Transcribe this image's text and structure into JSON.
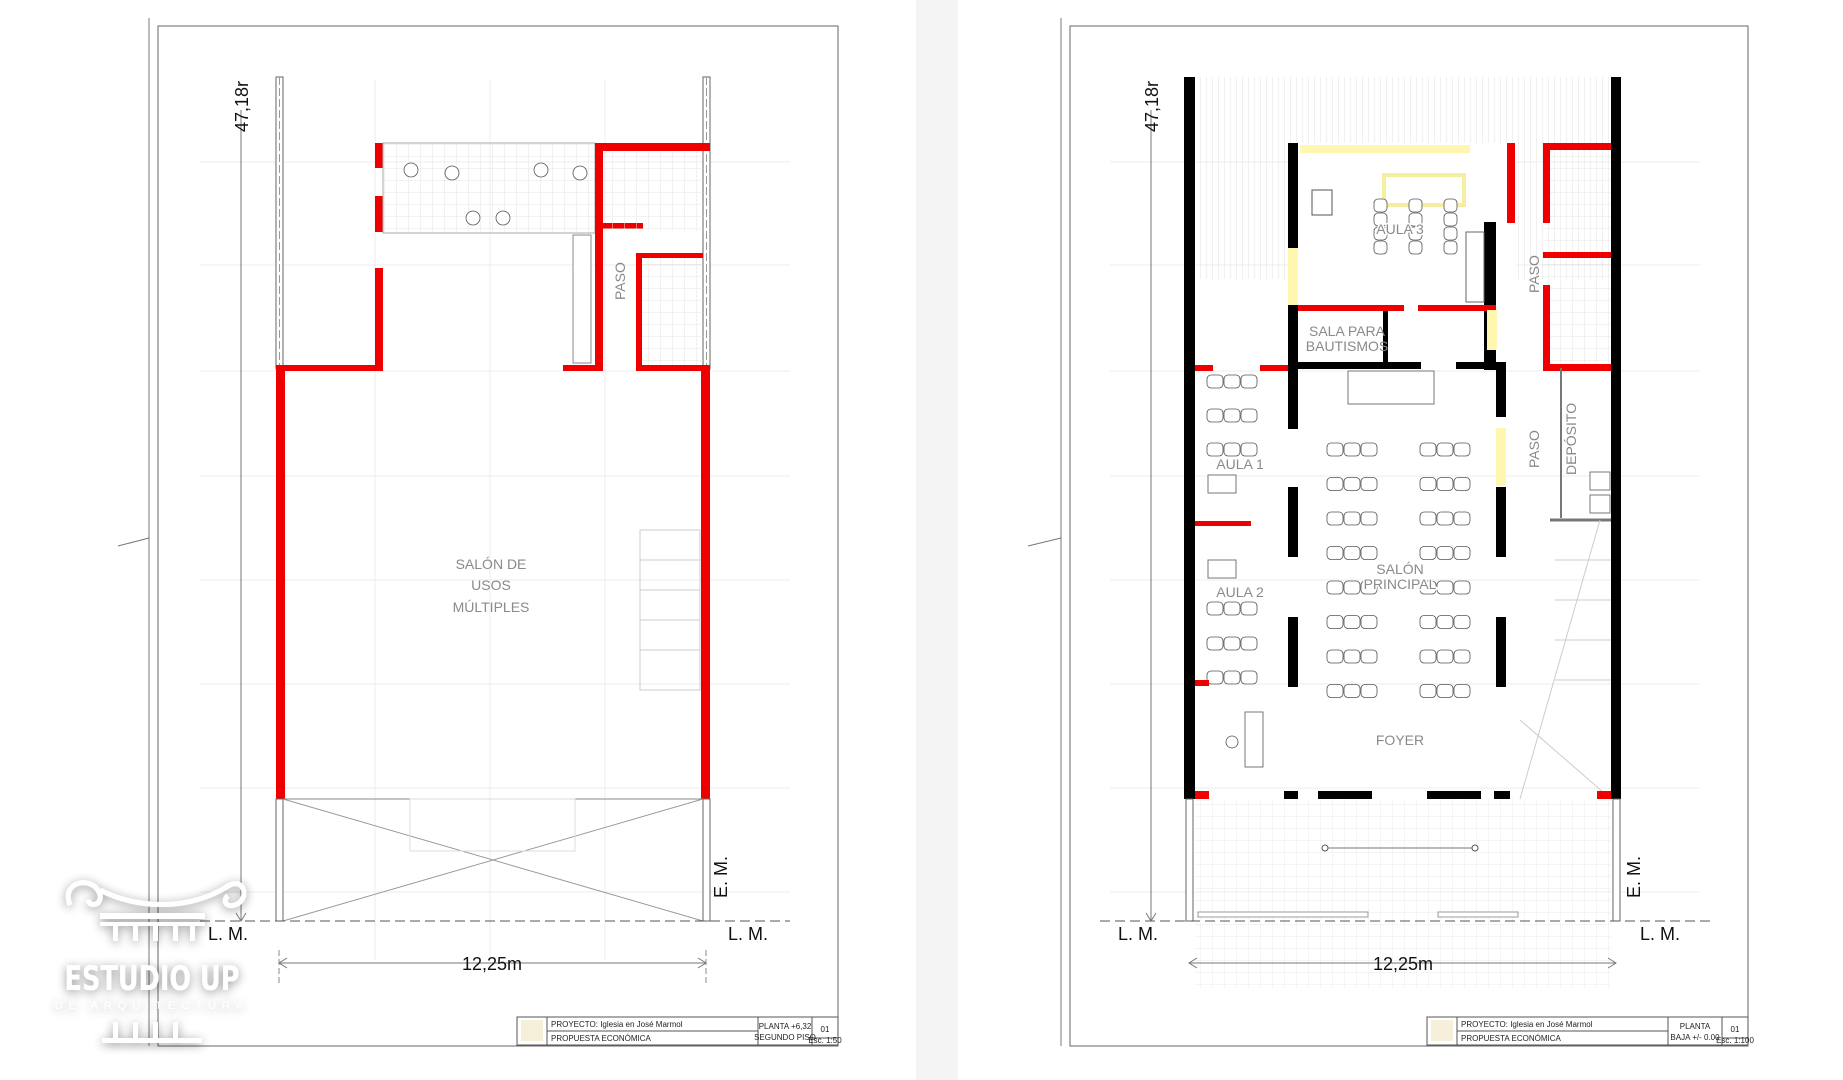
{
  "sheets": [
    {
      "plan_labels": {
        "main_room": [
          "SALÓN DE",
          "USOS",
          "MÚLTIPLES"
        ],
        "passage": "PASO"
      },
      "dimensions": {
        "width": "12,25m",
        "depth": "47,18r"
      },
      "markers": {
        "lm_left": "L. M.",
        "lm_right": "L. M.",
        "em": "E. M."
      },
      "title_block": {
        "project": "PROYECTO: Iglesia en José Marmol",
        "proposal": "PROPUESTA ECONÓMICA",
        "level_line1": "PLANTA +6,32",
        "level_line2": "SEGUNDO PISO",
        "sheet_number": "01",
        "scale": "Esc. 1:50"
      }
    },
    {
      "plan_labels": {
        "classroom_3": "AULA 3",
        "baptism_room": [
          "SALA PARA",
          "BAUTISMOS"
        ],
        "passage_upper": "PASO",
        "passage_lower": "PASO",
        "storage": "DEPÓSITO",
        "classroom_1": "AULA 1",
        "classroom_2": "AULA 2",
        "main_hall": [
          "SALÓN",
          "PRINCIPAL"
        ],
        "foyer": "FOYER"
      },
      "dimensions": {
        "width": "12,25m",
        "depth": "47,18r"
      },
      "markers": {
        "lm_left": "L. M.",
        "lm_right": "L. M.",
        "em": "E. M."
      },
      "title_block": {
        "project": "PROYECTO: Iglesia en José Marmol",
        "proposal": "PROPUESTA ECONÓMICA",
        "level_line1": "PLANTA",
        "level_line2": "BAJA +/- 0.00",
        "sheet_number": "01",
        "scale": "Esc. 1:100"
      }
    }
  ],
  "watermark": {
    "name": "ESTUDIO UP",
    "subtitle": "DE ARQUITECTURA"
  },
  "colors": {
    "new_wall": "#ee0000",
    "existing_wall": "#000000",
    "highlight": "#fff7b0",
    "divider": "#f4f4f4"
  }
}
